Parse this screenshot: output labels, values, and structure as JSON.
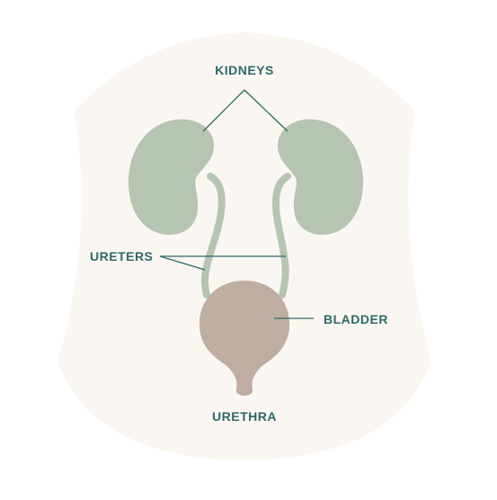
{
  "labels": {
    "kidneys": "KIDNEYS",
    "ureters": "URETERS",
    "bladder": "BLADDER",
    "urethra": "URETHRA"
  },
  "colors": {
    "background_body": "#faf7f2",
    "kidney": "#b6c5b2",
    "ureter": "#b6c5b2",
    "bladder": "#bfada1",
    "label_text": "#2c6a68",
    "leader_line": "#2c6a68"
  }
}
